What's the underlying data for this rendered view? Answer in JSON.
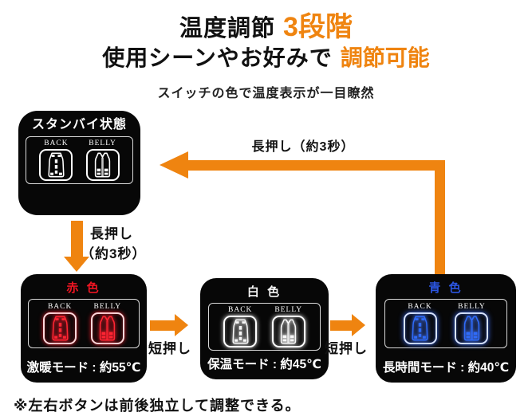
{
  "page": {
    "background": "#ffffff",
    "accent_orange": "#ef8410",
    "box_black": "#070707"
  },
  "header": {
    "title_black": "温度調節",
    "title_accent": "3段階",
    "subtitle_black": "使用シーンやお好みで",
    "subtitle_accent": "調節可能",
    "tagline": "スイッチの色で温度表示が一目瞭然"
  },
  "standby_box": {
    "title": "スタンバイ状態",
    "back_label": "BACK",
    "belly_label": "BELLY"
  },
  "modes": [
    {
      "id": "red",
      "color_label": "赤 色",
      "color_hex": "#ee1522",
      "back_label": "BACK",
      "belly_label": "BELLY",
      "mode_text": "激暖モード : 約55℃"
    },
    {
      "id": "white",
      "color_label": "白 色",
      "color_hex": "#f5f5f5",
      "back_label": "BACK",
      "belly_label": "BELLY",
      "mode_text": "保温モード : 約45℃"
    },
    {
      "id": "blue",
      "color_label": "青 色",
      "color_hex": "#2b55e0",
      "back_label": "BACK",
      "belly_label": "BELLY",
      "mode_text": "長時間モード : 約40℃"
    }
  ],
  "transitions": {
    "long_press_down_line1": "長押し",
    "long_press_down_line2": "（約3秒）",
    "long_press_return": "長押し（約3秒）",
    "short_press_1": "短押し",
    "short_press_2": "短押し"
  },
  "footnote": "※左右ボタンは前後独立して調整できる。"
}
